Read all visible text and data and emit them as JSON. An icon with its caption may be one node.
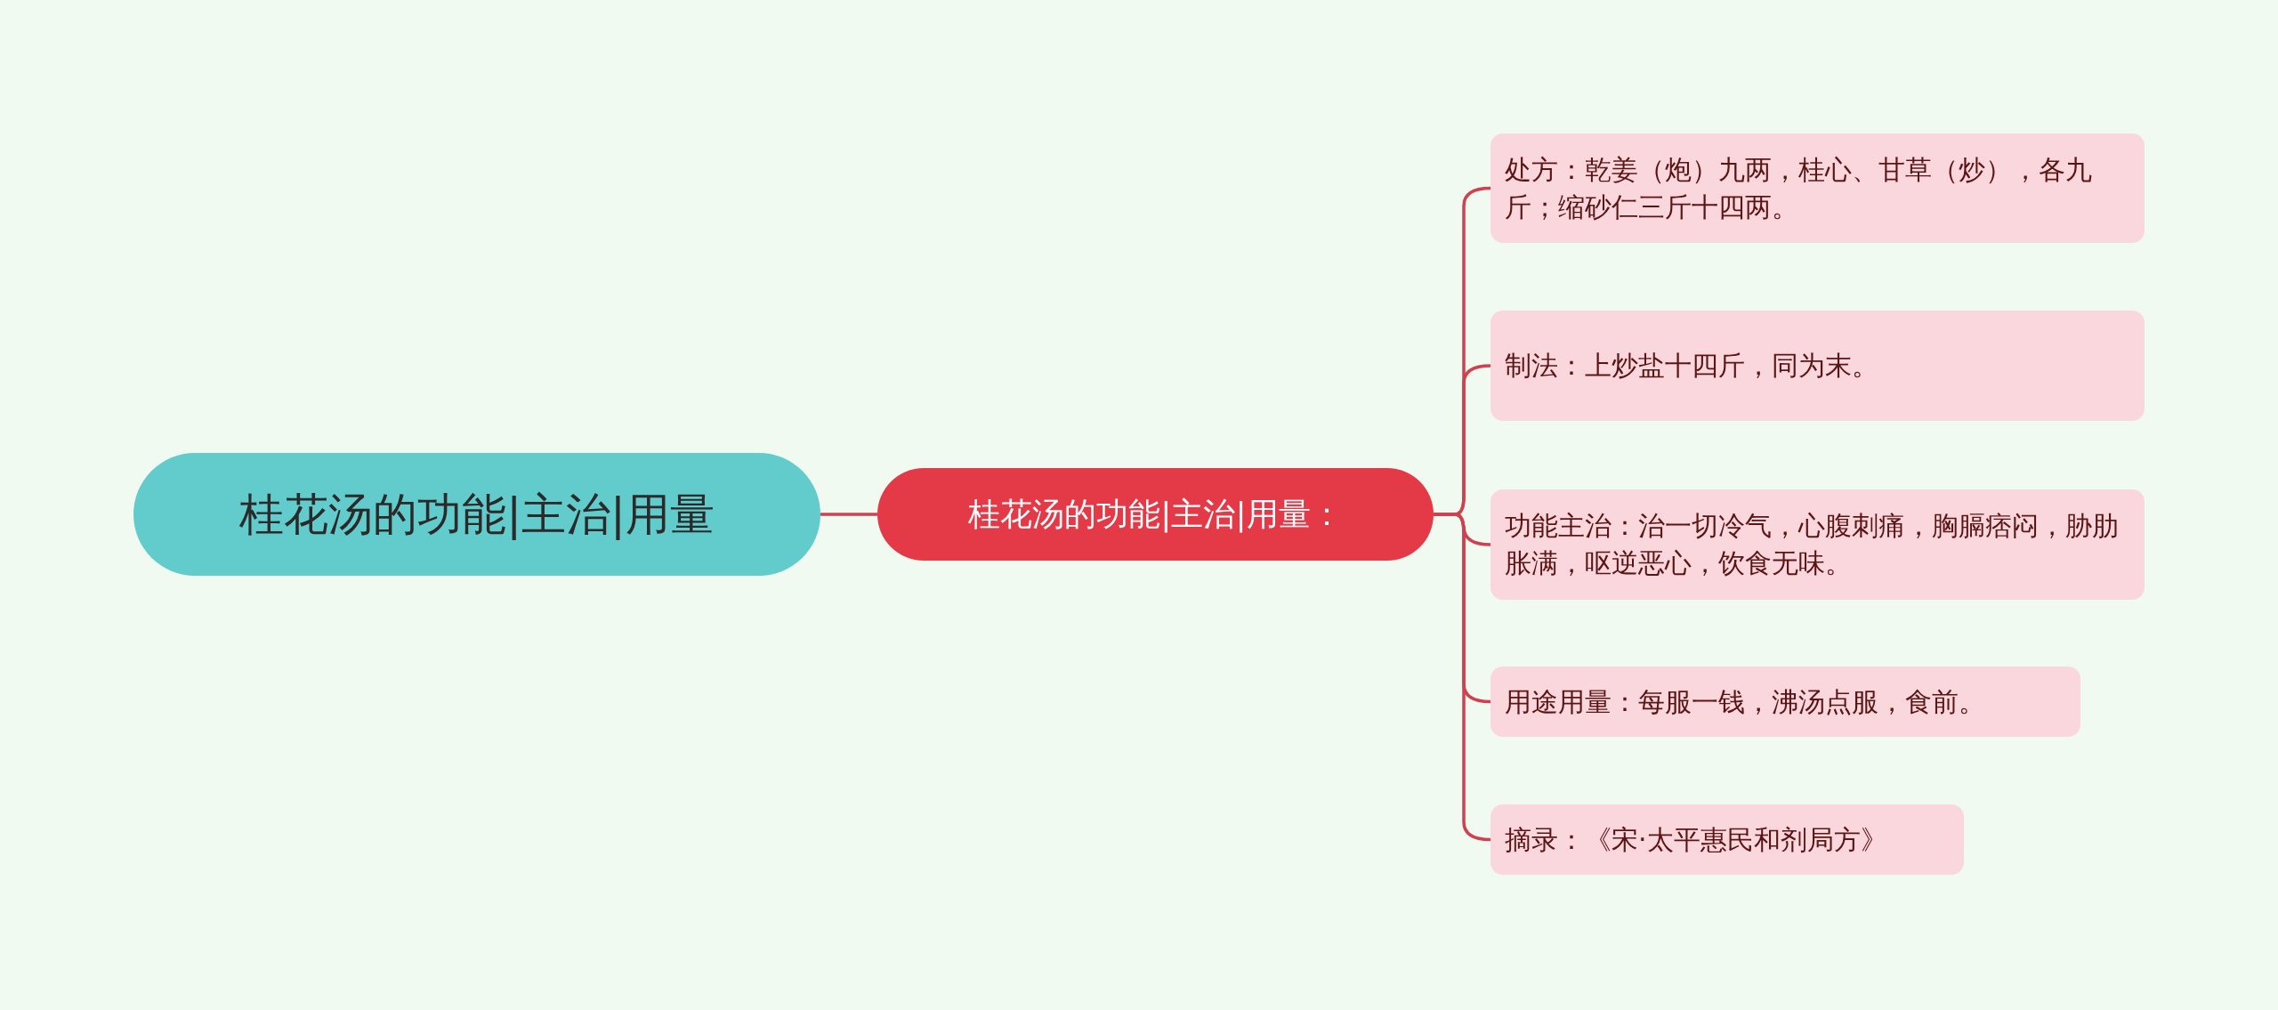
{
  "diagram": {
    "nodes": [
      {
        "text": [
          "桂花汤的功能|主治|用量"
        ]
      },
      {
        "text": [
          "桂花汤的功能|主治|用量："
        ]
      },
      {
        "text": [
          "处方：乾姜（炮）九两，桂心、甘草（炒），各九斤；缩砂仁三斤十四两。"
        ]
      },
      {
        "text": [
          "制法：上炒盐十四斤，同为末。"
        ]
      },
      {
        "text": [
          "功能主治：治一切冷气，心腹刺痛，胸膈痞闷，胁肋胀满，呕逆恶心，饮食无味。"
        ]
      },
      {
        "text": [
          "用途用量：每服一钱，沸汤点服，食前。"
        ]
      },
      {
        "text": [
          "摘录：《宋·太平惠民和剂局方》"
        ]
      }
    ],
    "edges": [
      {
        "from": 0,
        "to": 1,
        "arrow": "none"
      },
      {
        "from": 1,
        "to": 2,
        "arrow": "none"
      },
      {
        "from": 1,
        "to": 3,
        "arrow": "none"
      },
      {
        "from": 1,
        "to": 4,
        "arrow": "none"
      },
      {
        "from": 1,
        "to": 5,
        "arrow": "none"
      },
      {
        "from": 1,
        "to": 6,
        "arrow": "none"
      }
    ]
  }
}
